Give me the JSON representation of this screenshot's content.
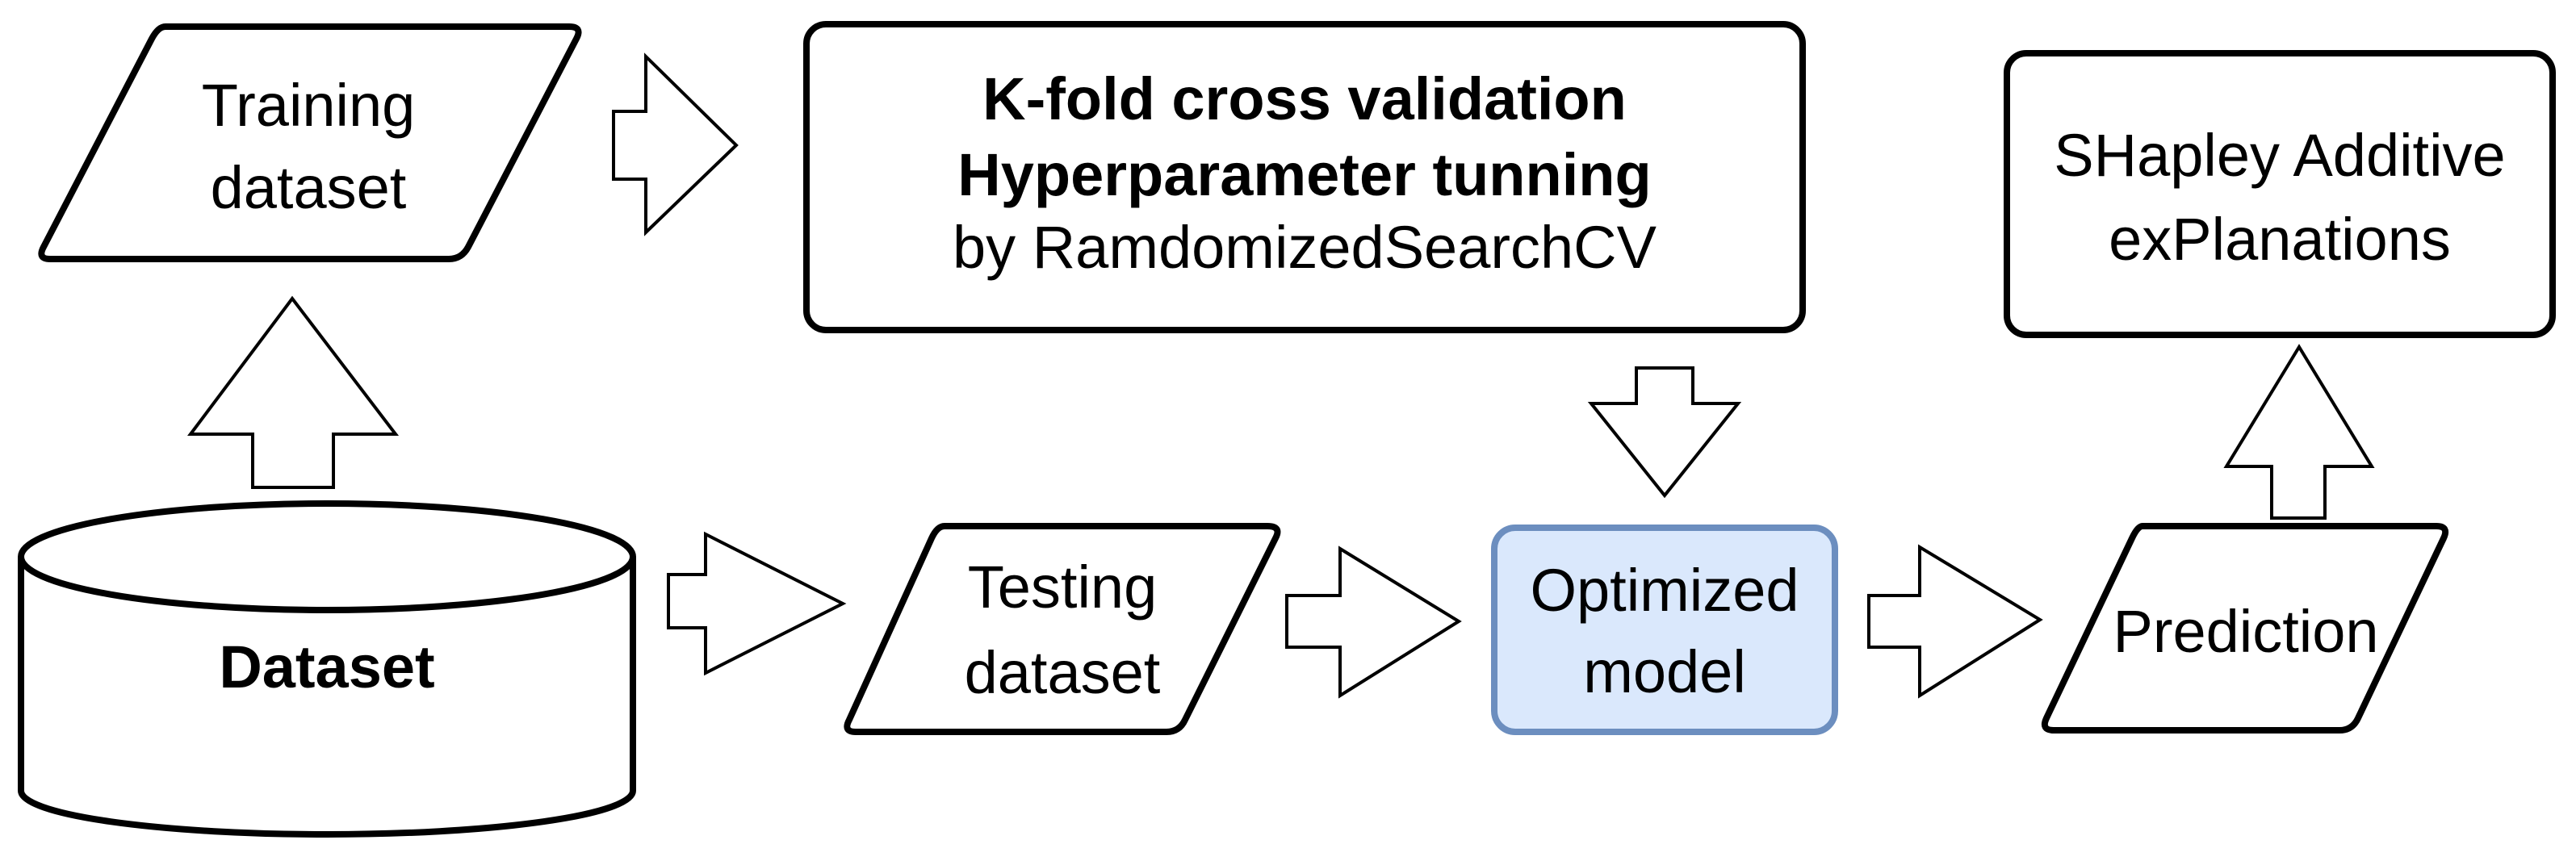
{
  "nodes": {
    "training_dataset": {
      "lines": [
        "Training",
        "dataset"
      ]
    },
    "kfold": {
      "line1": "K-fold cross validation",
      "line2": "Hyperparameter tunning",
      "line3": "by RamdomizedSearchCV"
    },
    "shap": {
      "lines": [
        "SHapley Additive",
        "exPlanations"
      ]
    },
    "dataset": {
      "label": "Dataset"
    },
    "testing_dataset": {
      "lines": [
        "Testing",
        "dataset"
      ]
    },
    "optimized_model": {
      "lines": [
        "Optimized",
        "model"
      ]
    },
    "prediction": {
      "label": "Prediction"
    }
  },
  "colors": {
    "stroke": "#000000",
    "background": "#ffffff",
    "highlight_fill": "#dae8fc",
    "highlight_stroke": "#6c8ebf"
  }
}
